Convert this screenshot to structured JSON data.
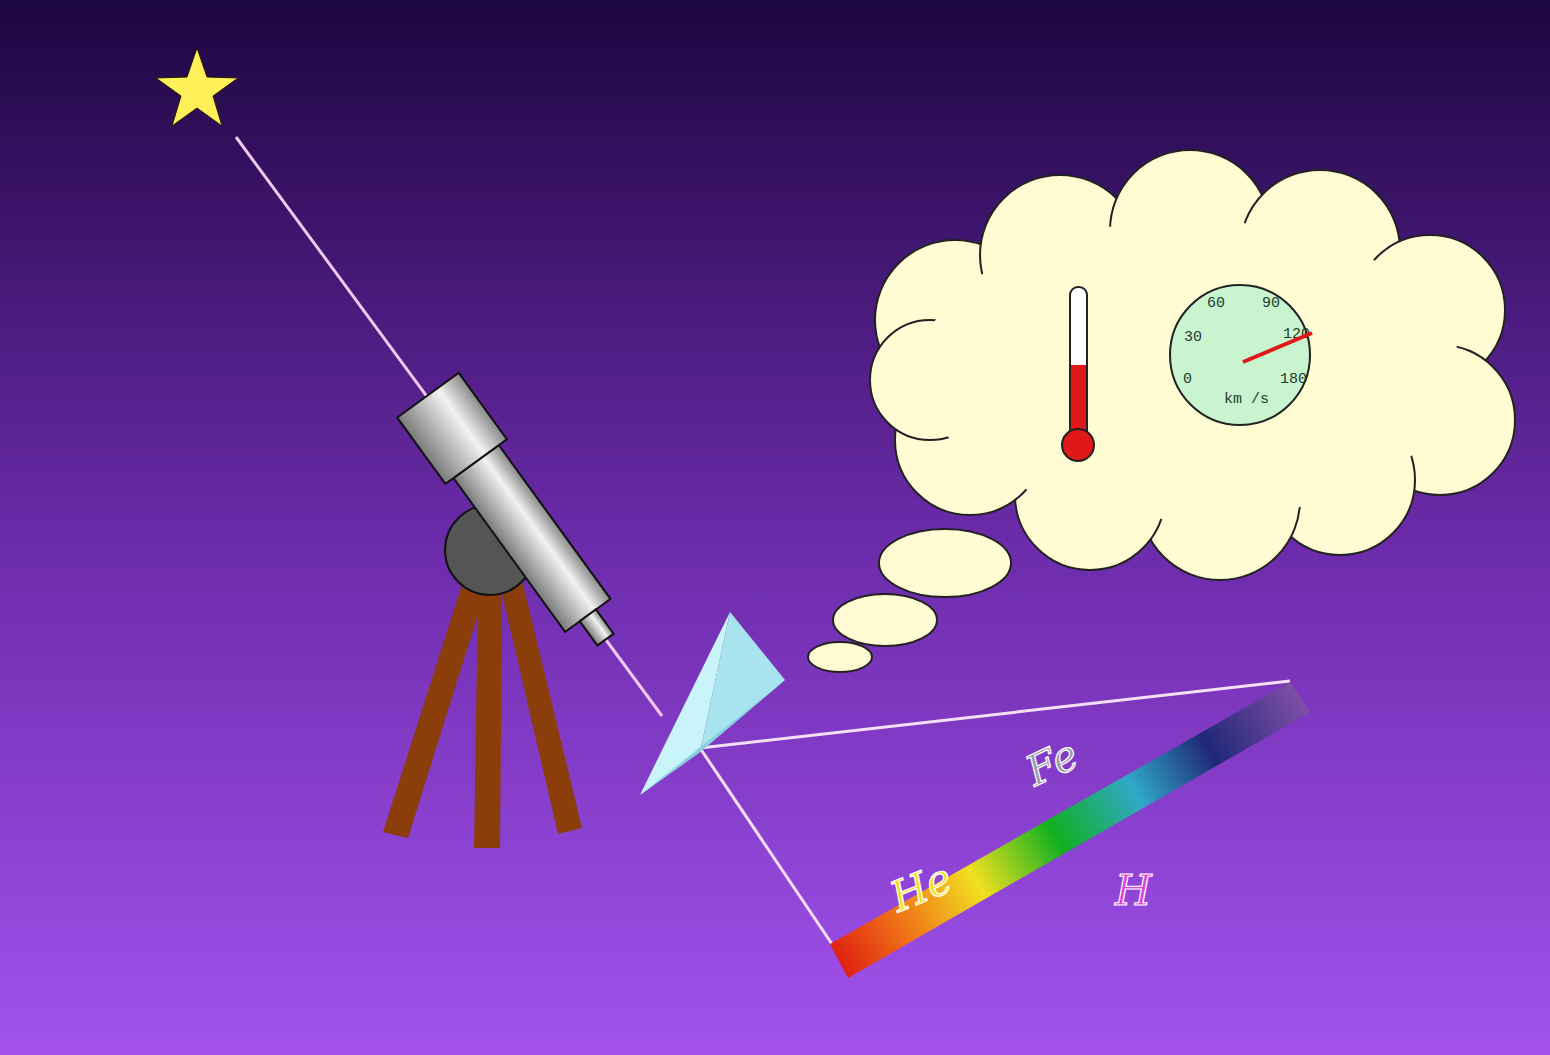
{
  "diagram": {
    "labels": [
      "Fe",
      "He",
      "H",
      "60",
      "90",
      "30",
      "120",
      "0",
      "180",
      "km /s"
    ]
  }
}
